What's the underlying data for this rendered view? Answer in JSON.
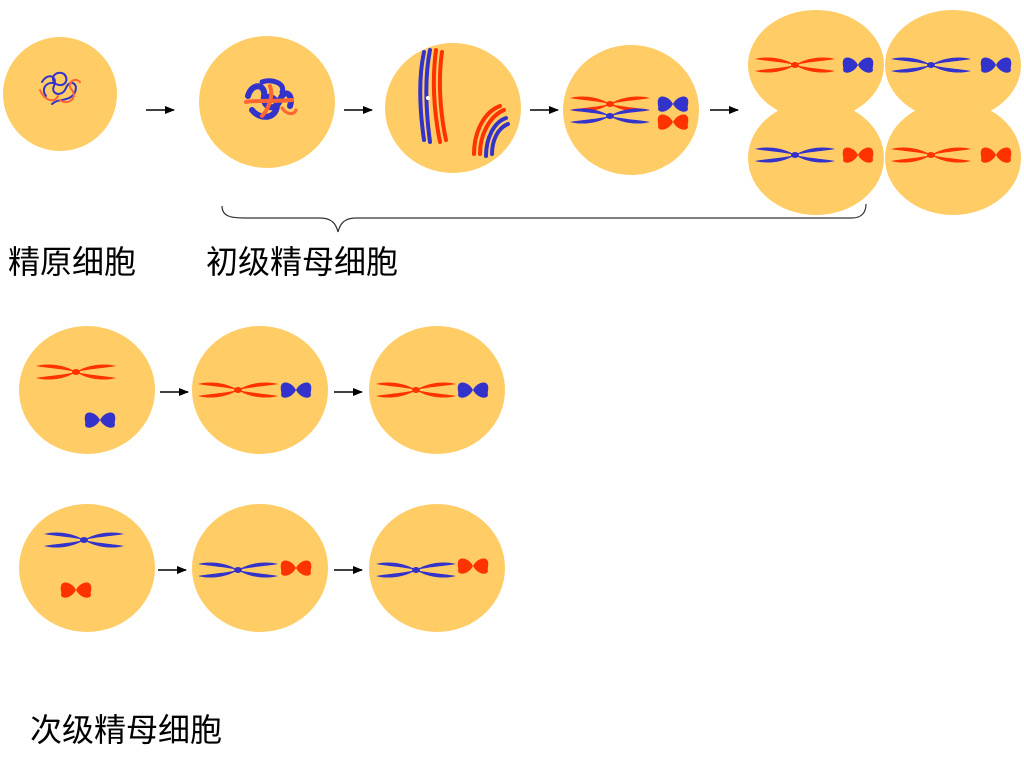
{
  "labels": {
    "spermatogonium": "精原细胞",
    "primary_spermatocyte": "初级精母细胞",
    "secondary_spermatocyte": "次级精母细胞"
  },
  "colors": {
    "cell": "#FFCC66",
    "red_chromosome": "#FF3300",
    "blue_chromosome": "#3333CC",
    "arrow": "#000000",
    "brace": "#333333"
  }
}
